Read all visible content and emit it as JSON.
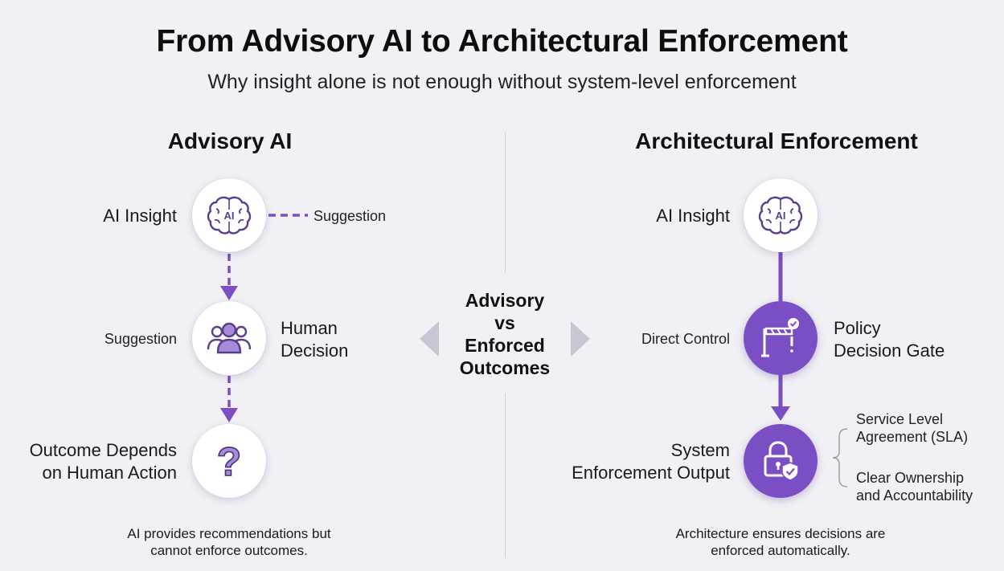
{
  "header": {
    "title": "From Advisory AI to Architectural Enforcement",
    "subtitle": "Why insight alone is not enough without system-level enforcement"
  },
  "advisory": {
    "heading": "Advisory AI",
    "insight_label": "AI Insight",
    "insight_icon_text": "AI",
    "suggestion_side": "Suggestion",
    "suggestion_left": "Suggestion",
    "decision_label_1": "Human",
    "decision_label_2": "Decision",
    "outcome_label_1": "Outcome Depends",
    "outcome_label_2": "on Human Action",
    "outcome_icon_text": "?",
    "note_1": "AI provides recommendations but",
    "note_2": "cannot enforce outcomes."
  },
  "center": {
    "line_1": "Advisory",
    "line_2": "vs",
    "line_3": "Enforced",
    "line_4": "Outcomes"
  },
  "enforcement": {
    "heading": "Architectural Enforcement",
    "insight_label": "AI Insight",
    "insight_icon_text": "AI",
    "direct_control": "Direct Control",
    "gate_label_1": "Policy",
    "gate_label_2": "Decision Gate",
    "output_label_1": "System",
    "output_label_2": "Enforcement Output",
    "sla_1": "Service Level",
    "sla_2": "Agreement (SLA)",
    "ownership_1": "Clear Ownership",
    "ownership_2": "and Accountability",
    "note_1": "Architecture ensures decisions are",
    "note_2": "enforced automatically."
  },
  "colors": {
    "accent": "#7b4fc4",
    "icon_outline": "#5b3d8c",
    "arrow_gray": "#c7c7d3"
  },
  "icons": [
    "brain-ai-icon",
    "people-icon",
    "question-icon",
    "gate-barrier-icon",
    "lock-shield-icon"
  ]
}
